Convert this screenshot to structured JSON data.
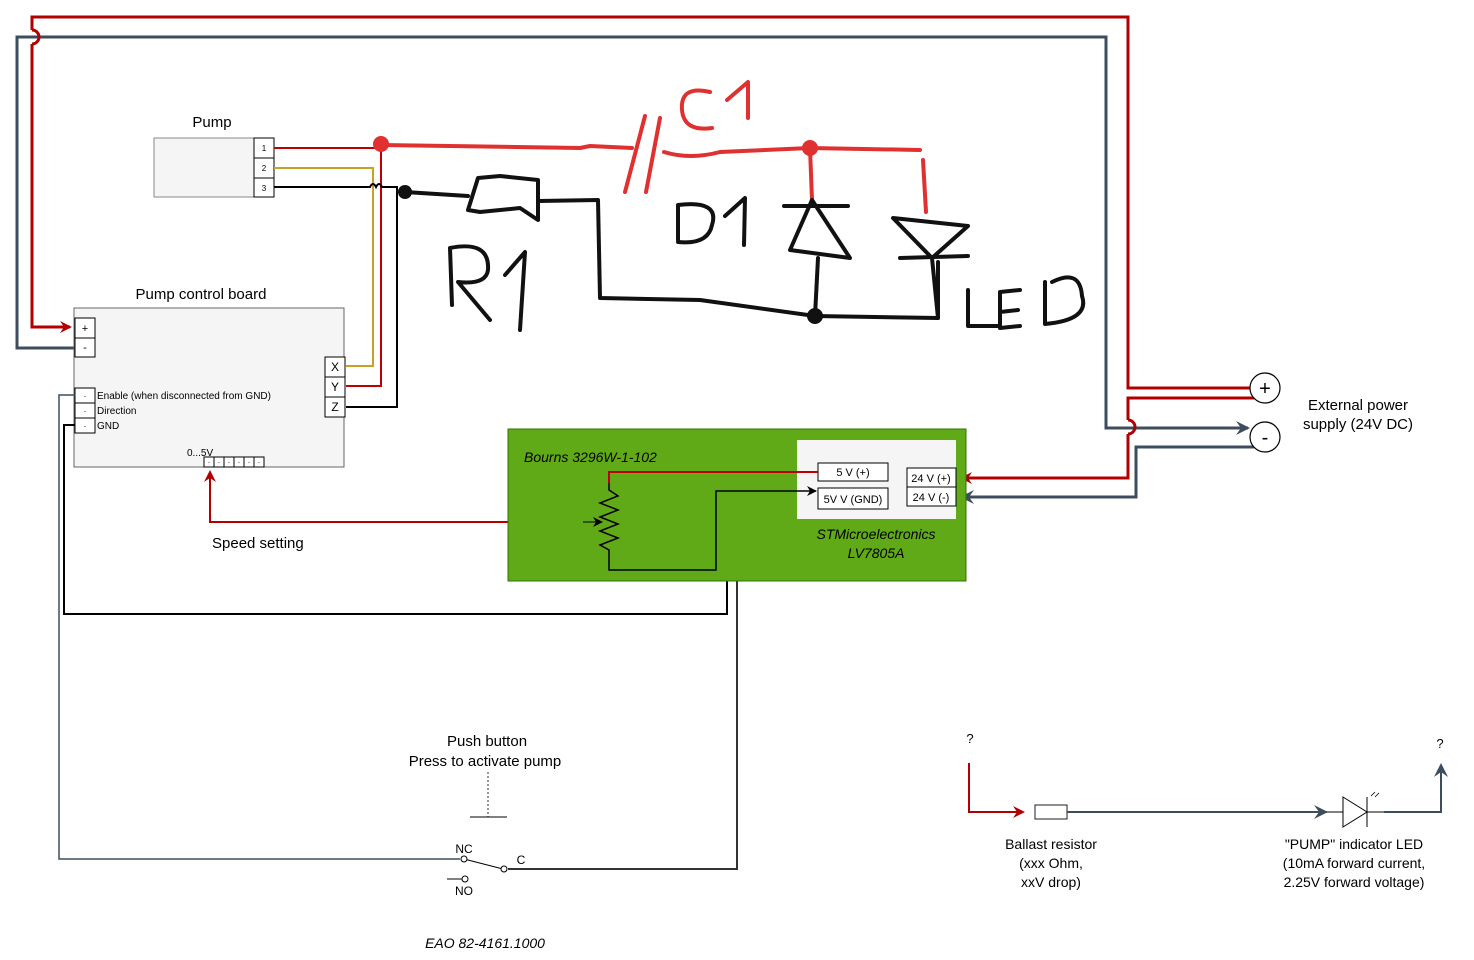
{
  "colors": {
    "red_wire": "#B20000",
    "dark_wire": "#3D4D5E",
    "yellow_wire": "#C8A227",
    "black_wire": "#000000",
    "green_board": "#60A917",
    "green_border": "#2D7600",
    "hand_red": "#E03030",
    "hand_black": "#111111",
    "box_fill": "#F5F5F5"
  },
  "pump": {
    "title": "Pump",
    "pins": [
      "1",
      "2",
      "3"
    ]
  },
  "control_board": {
    "title": "Pump control board",
    "power_pins": [
      "+",
      "-"
    ],
    "output_pins": [
      "X",
      "Y",
      "Z"
    ],
    "signal_pins": [
      {
        "pin": "·",
        "label": "Enable (when disconnected from GND)"
      },
      {
        "pin": "·",
        "label": "Direction"
      },
      {
        "pin": "·",
        "label": "GND"
      }
    ],
    "speed_header_label": "0...5V",
    "speed_header_pins": [
      "·",
      "·",
      "·",
      "·",
      "·",
      "·"
    ]
  },
  "hand_drawn": {
    "capacitor": "C1",
    "resistor": "R1",
    "diode": "D1",
    "led": "LED"
  },
  "regulator_board": {
    "potentiometer_label": "Bourns 3296W-1-102",
    "regulator_label_line1": "STMicroelectronics",
    "regulator_label_line2": "LV7805A",
    "out_pins": [
      "5 V (+)",
      "5V V (GND)"
    ],
    "in_pins": [
      "24 V (+)",
      "24 V (-)"
    ]
  },
  "speed_setting_label": "Speed setting",
  "power_supply": {
    "plus": "+",
    "minus": "-",
    "label_line1": "External power",
    "label_line2": "supply (24V DC)"
  },
  "push_button": {
    "title_line1": "Push button",
    "title_line2": "Press to activate pump",
    "nc": "NC",
    "no": "NO",
    "c": "C",
    "part_number": "EAO  82-4161.1000"
  },
  "indicator": {
    "in_label": "?",
    "out_label": "?",
    "resistor_line1": "Ballast resistor",
    "resistor_line2": "(xxx Ohm,",
    "resistor_line3": "xxV drop)",
    "led_line1": "\"PUMP\" indicator LED",
    "led_line2": "(10mA forward current,",
    "led_line3": "2.25V forward voltage)"
  }
}
